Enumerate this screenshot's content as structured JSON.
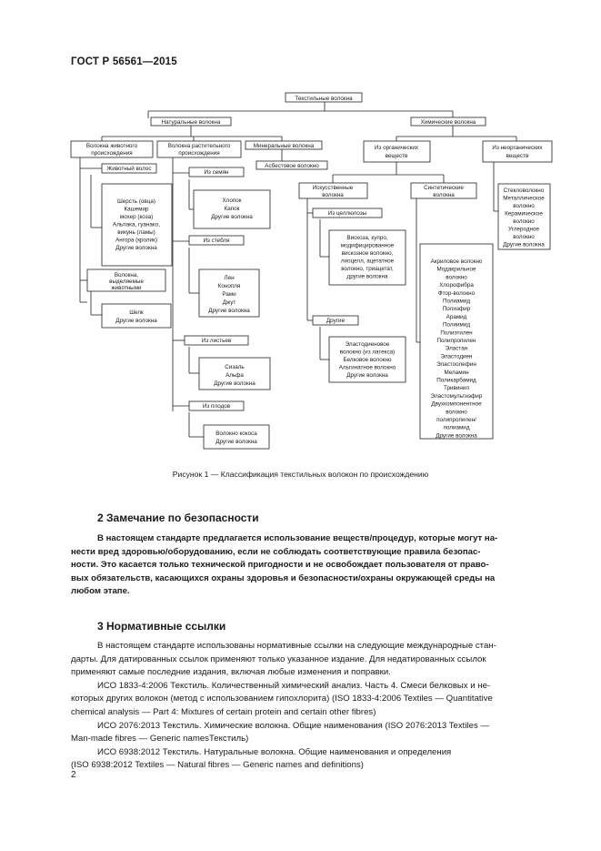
{
  "header": {
    "doc_id": "ГОСТ Р 56561—2015"
  },
  "diagram": {
    "root": "Текстильные волокна",
    "natural": "Натуральные волокна",
    "chemical": "Химические волокна",
    "animal": [
      "Волокна животного",
      "происхождения"
    ],
    "plant": [
      "Волокна растительного",
      "происхождения"
    ],
    "mineral": "Минеральные волокна",
    "asbestos": "Асбестовое волокно",
    "animal_hair": "Животный волос",
    "animal_hair_items": [
      "Шерсть (овца)",
      "Кашемир",
      "мохер (коза)",
      "Альпака, гуанако,",
      "викунь (ламы)",
      "Ангора (кролик)",
      "Другие волокна"
    ],
    "secretion": [
      "Волокна,",
      "выделяемые",
      "животными"
    ],
    "secretion_items": [
      "Шелк",
      "Другие волокна"
    ],
    "seeds": "Из семян",
    "seeds_items": [
      "Хлопок",
      "Капок",
      "Другие волокна"
    ],
    "stem": "Из стебля",
    "stem_items": [
      "Лен",
      "Конопля",
      "Рами",
      "Джут",
      "Другие волокна"
    ],
    "leaves": "Из листьев",
    "leaves_items": [
      "Сизаль",
      "Альфа",
      "Другие волокна"
    ],
    "fruit": "Из плодов",
    "fruit_items": [
      "Волокно кокоса",
      "Другие волокна"
    ],
    "organic": [
      "Из органических",
      "веществ"
    ],
    "inorganic": [
      "Из неорганических",
      "веществ"
    ],
    "inorganic_items": [
      "Стекловолокно",
      "Металлическое",
      "волокно",
      "Керамическое",
      "волокно",
      "Углеродное",
      "волокно",
      "Другие волокна"
    ],
    "artificial": [
      "Искусственные",
      "волокна"
    ],
    "synthetic": [
      "Синтетические",
      "волокна"
    ],
    "cellulose": "Из целлюлозы",
    "cellulose_items": [
      "Вискоза, купро,",
      "модифицированное",
      "вискозное волокно,",
      "лиоцелл, ацетатное",
      "волокно, триацетат,",
      "другие волокна"
    ],
    "other": "Другие",
    "other_items": [
      "Эластодиеновое",
      "волокно (из латекса)",
      "Белковое волокно",
      "Альгинатное волокно",
      "Другие волокна"
    ],
    "synthetic_items": [
      "Акриловое волокно",
      "Модакрильное",
      "волокно",
      "Хлорофибра",
      "Фтор-волокно",
      "Полиамид",
      "Полиэфир",
      "Арамид",
      "Полиимид",
      "Полиэтилен",
      "Полипропилен",
      "Эластан",
      "Эластодиен",
      "Эластоолефин",
      "Меламин",
      "Поликарбамид",
      "Тривинил",
      "Эластомультиэфир",
      "Двухкомпонентное",
      "волокно",
      "полипропилен/",
      "полиамид",
      "Другие волокна"
    ]
  },
  "caption": "Рисунок 1 — Классификация текстильных волокон по происхождению",
  "section2": {
    "title": "2 Замечание по безопасности",
    "lines": [
      "В настоящем стандарте предлагается использование веществ/процедур, которые могут на-",
      "нести вред здоровью/оборудованию, если не соблюдать соответствующие правила безопас-",
      "ности. Это касается только технической пригодности и не освобождает пользователя от право-",
      "вых обязательств, касающихся охраны здоровья и безопасности/охраны окружающей среды на",
      "любом этапе."
    ]
  },
  "section3": {
    "title": "3 Нормативные ссылки",
    "p1": [
      "В настоящем стандарте использованы нормативные ссылки на следующие международные стан-",
      "дарты. Для датированных ссылок применяют только указанное издание. Для недатированных ссылок",
      "применяют самые последние издания, включая любые изменения и поправки."
    ],
    "p2": [
      "ИСО 1833-4:2006 Текстиль. Количественный химический анализ. Часть 4. Смеси белковых и не-",
      "которых других волокон (метод с использованием гипохлорита) (ISO 1833-4:2006 Textiles — Quantitative",
      "chemical analysis — Part 4: Mixtures of certain protein and certain other fibres)"
    ],
    "p3": [
      "ИСО 2076:2013 Текстиль. Химические волокна. Общие наименования (ISO 2076:2013 Textiles —",
      "Man-made fibres — Generic namesТекстиль)"
    ],
    "p4": [
      "ИСО 6938:2012 Текстиль. Натуральные волокна. Общие наименования и определения",
      "(ISO 6938:2012 Textiles — Natural fibres — Generic names and definitions)"
    ]
  },
  "page_number": "2"
}
